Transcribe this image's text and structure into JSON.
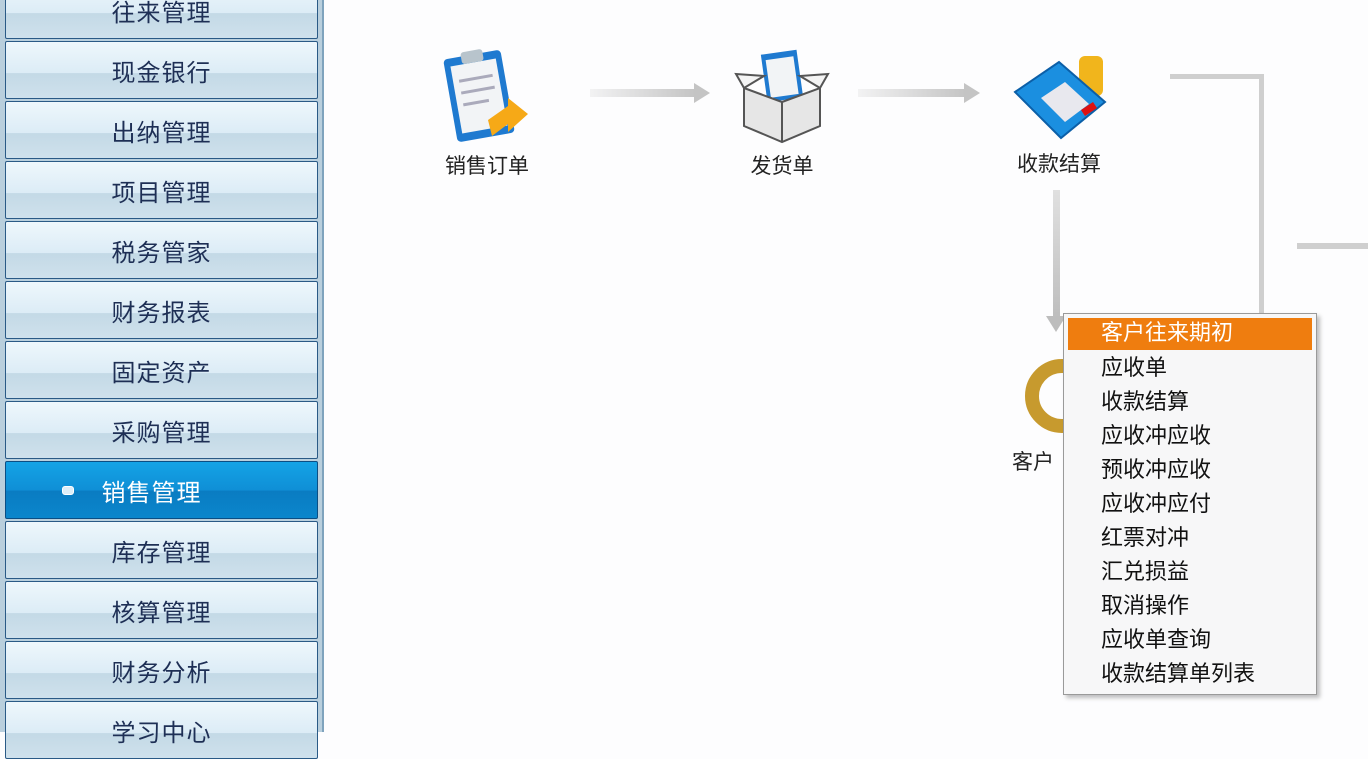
{
  "sidebar": {
    "items": [
      {
        "label": "往来管理"
      },
      {
        "label": "现金银行"
      },
      {
        "label": "出纳管理"
      },
      {
        "label": "项目管理"
      },
      {
        "label": "税务管家"
      },
      {
        "label": "财务报表"
      },
      {
        "label": "固定资产"
      },
      {
        "label": "采购管理"
      },
      {
        "label": "销售管理",
        "active": true
      },
      {
        "label": "库存管理"
      },
      {
        "label": "核算管理"
      },
      {
        "label": "财务分析"
      },
      {
        "label": "学习中心"
      }
    ]
  },
  "flow": {
    "nodes": [
      {
        "label": "销售订单",
        "icon": "clipboard-order-icon"
      },
      {
        "label": "发货单",
        "icon": "delivery-box-icon"
      },
      {
        "label": "收款结算",
        "icon": "calculator-icon"
      },
      {
        "label": "客户",
        "icon": "customer-cycle-icon"
      }
    ]
  },
  "context_menu": {
    "items": [
      "客户往来期初",
      "应收单",
      "收款结算",
      "应收冲应收",
      "预收冲应收",
      "应收冲应付",
      "红票对冲",
      "汇兑损益",
      "取消操作",
      "应收单查询",
      "收款结算单列表"
    ],
    "highlighted": "客户往来期初",
    "highlight_color": "#ef7d0f"
  },
  "colors": {
    "active_nav": "#0f8fd6",
    "nav_text": "#1e2f55"
  }
}
